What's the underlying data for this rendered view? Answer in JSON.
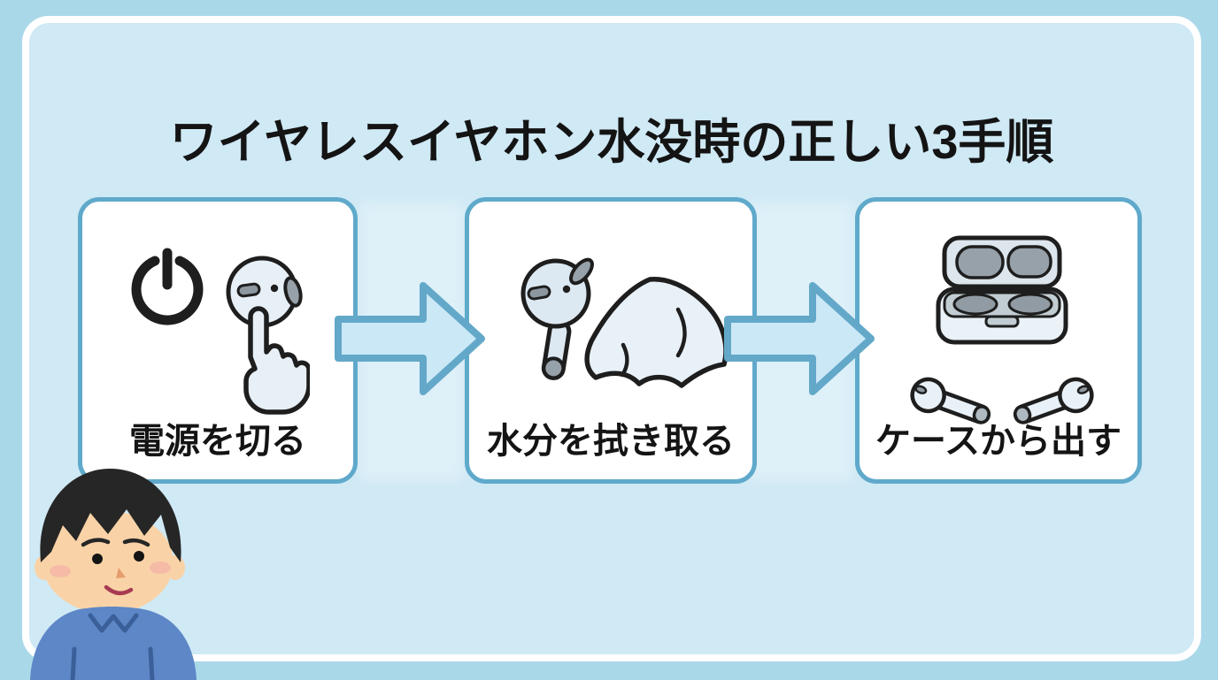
{
  "title": "ワイヤレスイヤホン水没時の正しい3手順",
  "steps": [
    {
      "label": "電源を切る",
      "icons": [
        "power-icon",
        "earbud-press-icon"
      ]
    },
    {
      "label": "水分を拭き取る",
      "icons": [
        "earbud-icon",
        "cloth-icon"
      ]
    },
    {
      "label": "ケースから出す",
      "icons": [
        "case-open-icon",
        "earbuds-pair-icon"
      ]
    }
  ],
  "connectors": [
    "arrow-right-icon",
    "arrow-right-icon"
  ],
  "figure": "man-character-illustration",
  "colors": {
    "outer_background": "#a9d8e9",
    "panel_background": "#cfe9f5",
    "panel_border": "#ffffff",
    "card_background": "#ffffff",
    "card_border": "#5fa9cb",
    "arrow_fill": "#cbe8f7",
    "arrow_stroke": "#63a8c9",
    "title_text": "#141414",
    "label_text": "#141414",
    "icon_outline": "#1e1e1e",
    "icon_fill_light": "#e9f1f8",
    "icon_fill_gray": "#97a1a9",
    "sweater_blue": "#5d87c6",
    "sweater_line_blue": "#3a5f99",
    "hair_black": "#262626",
    "skin_tone": "#f9d3a7"
  }
}
